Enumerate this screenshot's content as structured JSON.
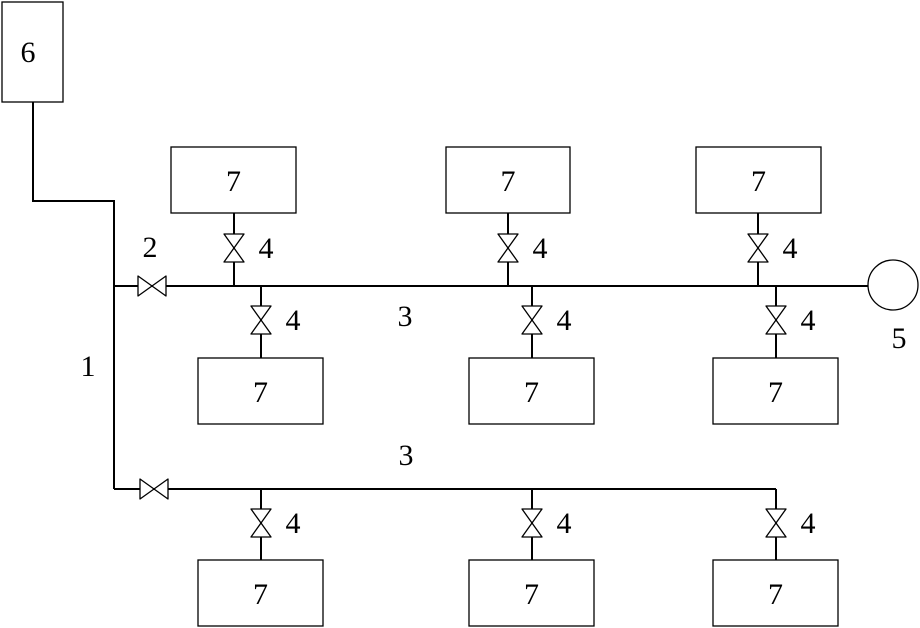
{
  "labels": {
    "source_box": "6",
    "main_pipe": "1",
    "main_valve": "2",
    "branch_pipe_upper": "3",
    "branch_pipe_lower": "3",
    "pump": "5",
    "valve": "4",
    "unit": "7"
  }
}
